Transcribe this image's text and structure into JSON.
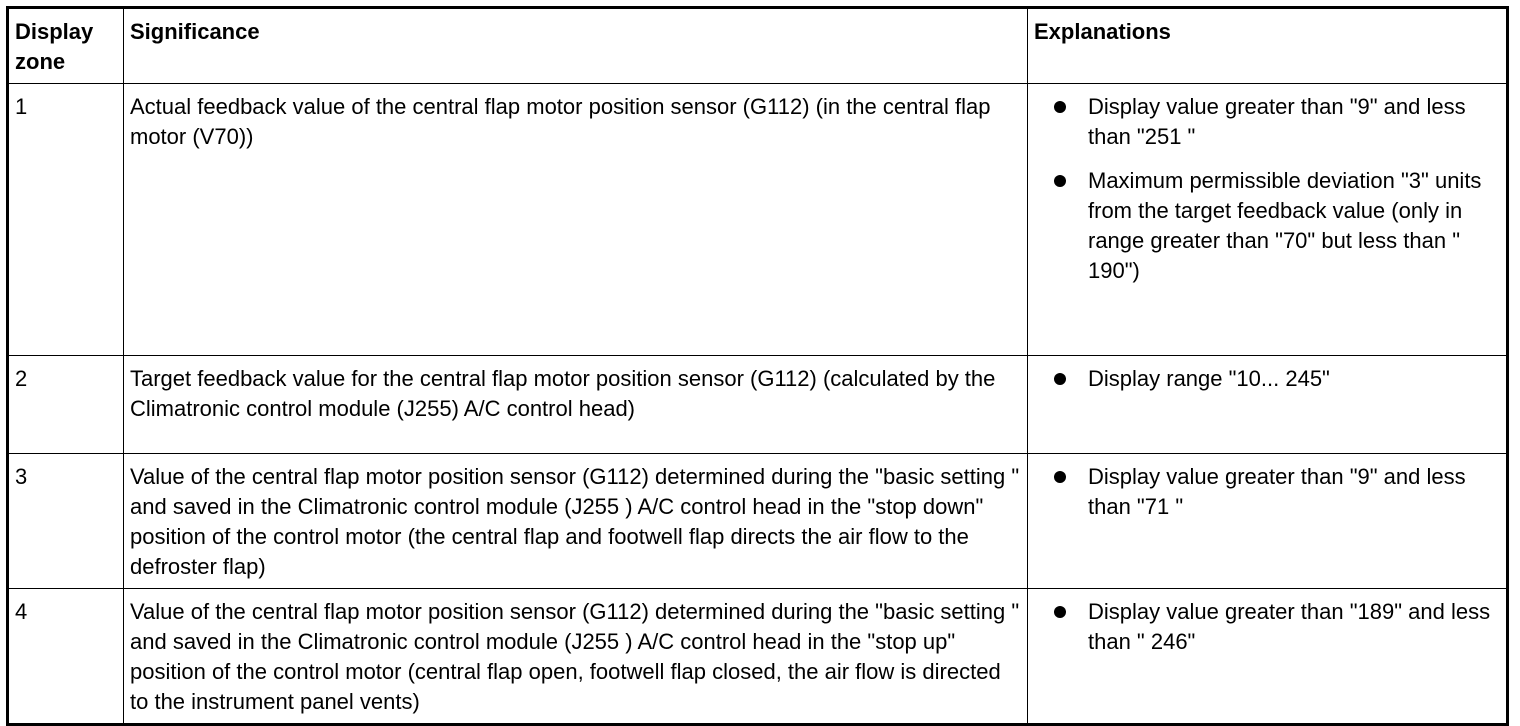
{
  "table": {
    "headers": {
      "zone_line1": "Display",
      "zone_line2": "zone",
      "significance": "Significance",
      "explanations": "Explanations"
    },
    "rows": [
      {
        "zone": "1",
        "significance": "Actual feedback value of the central flap motor position sensor (G112) (in the central flap motor (V70))",
        "explanations": [
          "Display value greater than \"9\" and less than \"251 \"",
          "Maximum permissible deviation \"3\" units from the target feedback value (only in range greater than \"70\" but less than \" 190\")"
        ]
      },
      {
        "zone": "2",
        "significance": "Target feedback value for the central flap motor position sensor (G112) (calculated by the Climatronic control module (J255) A/C control head)",
        "explanations": [
          "Display range \"10... 245\""
        ]
      },
      {
        "zone": "3",
        "significance": "Value of the central flap motor position sensor (G112) determined during the \"basic setting \" and saved in the Climatronic control module (J255 ) A/C control head in the \"stop down\" position of the control motor (the central flap and footwell flap directs the air flow to the defroster flap)",
        "explanations": [
          "Display value greater than \"9\" and less than \"71 \""
        ]
      },
      {
        "zone": "4",
        "significance": "Value of the central flap motor position sensor (G112) determined during the \"basic setting \" and saved in the Climatronic control module (J255 ) A/C control head in the \"stop up\" position of the control motor (central flap open, footwell flap closed, the air flow is directed to the instrument panel vents)",
        "explanations": [
          "Display value greater than \"189\" and less than \" 246\""
        ]
      }
    ]
  }
}
